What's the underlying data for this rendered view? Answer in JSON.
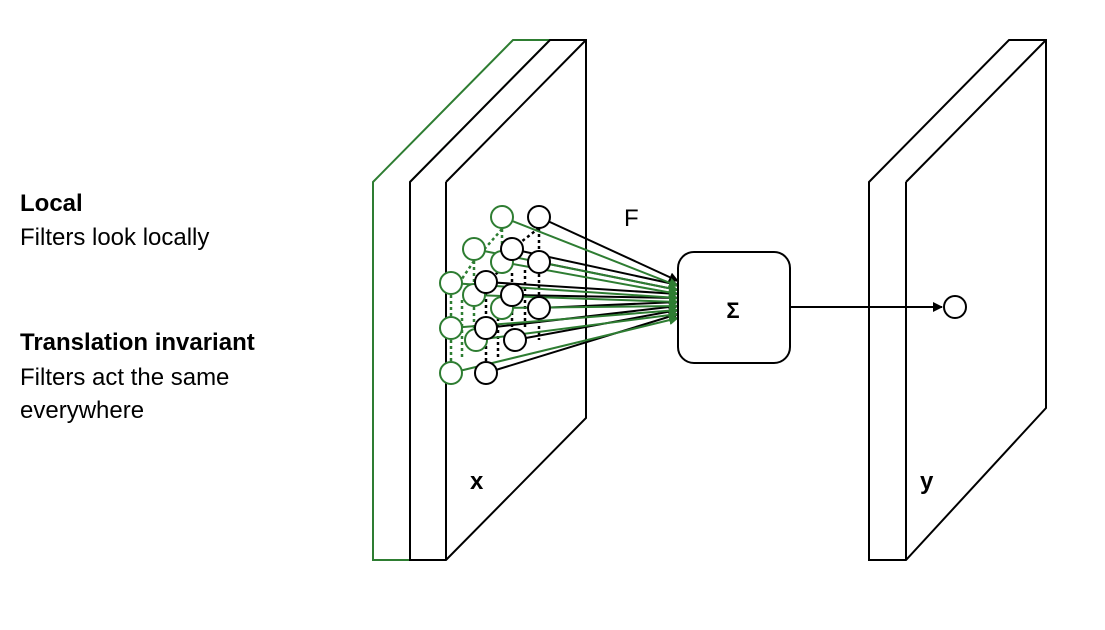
{
  "annotations": {
    "local_title": "Local",
    "local_desc": "Filters look locally",
    "translation_title": "Translation invariant",
    "translation_desc_line1": "Filters act the same",
    "translation_desc_line2": "everywhere"
  },
  "labels": {
    "input": "x",
    "output": "y",
    "filter": "F",
    "sum": "Σ"
  },
  "colors": {
    "black": "#000000",
    "green": "#2e7d32"
  }
}
